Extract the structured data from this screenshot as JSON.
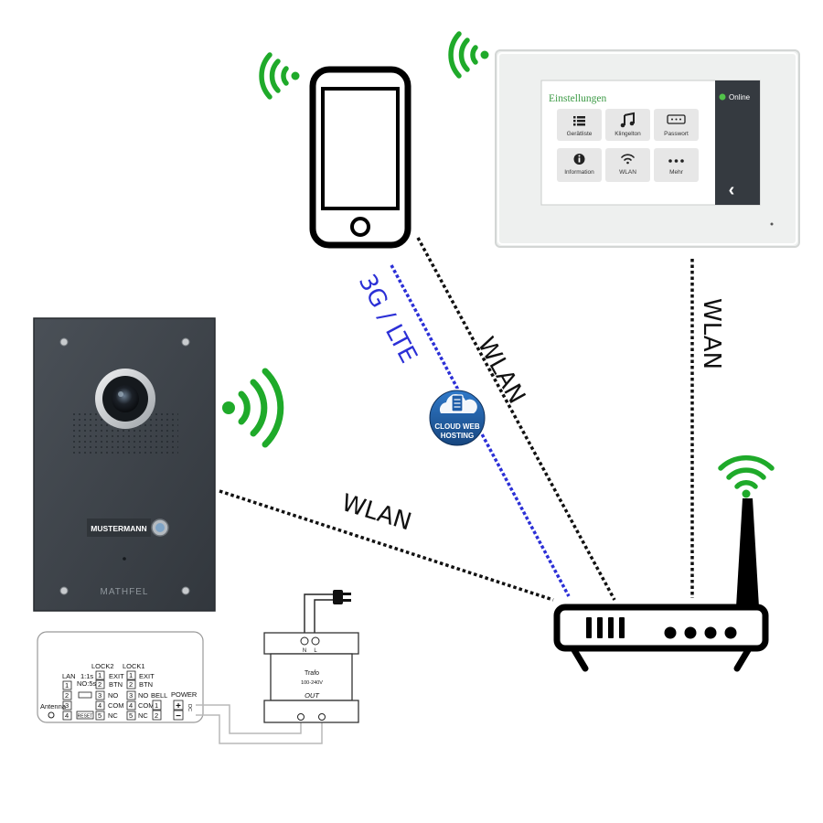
{
  "connections": {
    "phone_router": "WLAN",
    "phone_router_cellular": "3G / LTE",
    "doorstation_router": "WLAN",
    "monitor_router": "WLAN"
  },
  "cloud_badge": {
    "line1": "CLOUD WEB",
    "line2": "HOSTING"
  },
  "door_station": {
    "nameplate": "MUSTERMANN",
    "brand": "MATHFEL"
  },
  "monitor": {
    "title": "Einstellungen",
    "status": "Online",
    "tiles": [
      "Gerätliste",
      "Klingelton",
      "Passwort",
      "Information",
      "WLAN",
      "Mehr"
    ],
    "back_symbol": "‹"
  },
  "transformer": {
    "name": "Trafo",
    "voltage": "100-240V",
    "input_n": "N",
    "input_l": "L",
    "output": "OUT"
  },
  "terminal_board": {
    "lock2": "LOCK2",
    "lock1": "LOCK1",
    "lan": "LAN",
    "timing": "1:1s",
    "timing2": "NO:5s",
    "exit_a": "EXIT",
    "btn_a": "BTN",
    "exit_b": "EXIT",
    "btn_b": "BTN",
    "no_a": "NO",
    "com_a": "COM",
    "nc_a": "NC",
    "no_b": "NO",
    "com_b": "COM",
    "nc_b": "NC",
    "bell": "BELL",
    "power": "POWER",
    "antenna": "Antenna",
    "reset": "RESET",
    "dc": "DC",
    "plus": "+",
    "minus": "−"
  },
  "colors": {
    "wifi": "#1faa2a",
    "cellular_line": "#2b2fd6",
    "wlan_line": "#111111",
    "device_panel": "#3a3f45",
    "monitor_frame": "#eef0ef",
    "monitor_sidebar": "#353a40",
    "online_dot": "#52c24a",
    "cloud_badge": "#1f5da8"
  }
}
